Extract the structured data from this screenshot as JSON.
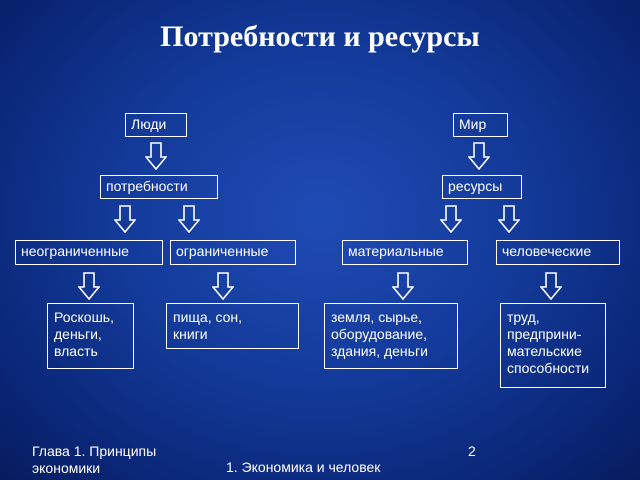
{
  "title": "Потребности и ресурсы",
  "left": {
    "root": "Люди",
    "level2": "потребности",
    "branches": [
      {
        "label": "неограниченные",
        "detail": "Роскошь,\nденьги,\nвласть"
      },
      {
        "label": "ограниченные",
        "detail": "пища, сон,\nкниги"
      }
    ]
  },
  "right": {
    "root": "Мир",
    "level2": "ресурсы",
    "branches": [
      {
        "label": "материальные",
        "detail": "земля, сырье,\nоборудование,\nздания, деньги"
      },
      {
        "label": "человеческие",
        "detail": "труд,\nпредприни-\nмательские\nспособности"
      }
    ]
  },
  "footer": {
    "chapter": "Глава 1. Принципы\nэкономики",
    "section": "1. Экономика и человек",
    "page": "2"
  }
}
